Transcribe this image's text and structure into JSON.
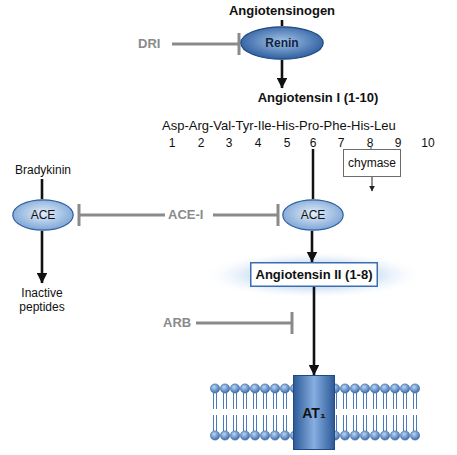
{
  "diagram": {
    "nodes": [
      {
        "text": [
          "Angiotensinogen"
        ]
      },
      {
        "text": [
          "Renin"
        ]
      },
      {
        "text": [
          "Angiotensin I (1-10)"
        ]
      },
      {
        "text": [
          "Bradykinin"
        ]
      },
      {
        "text": [
          "ACE"
        ]
      },
      {
        "text": [
          "Inactive peptides"
        ]
      },
      {
        "text": [
          "ACE"
        ]
      },
      {
        "text": [
          "chymase"
        ]
      },
      {
        "text": [
          "Angiotensin II (1-8)"
        ]
      },
      {
        "text": [
          "AT₁"
        ]
      }
    ],
    "edges": [
      {
        "from": 0,
        "to": 1,
        "arrow": "none"
      },
      {
        "from": 1,
        "to": 2,
        "arrow": "to"
      },
      {
        "from": 3,
        "to": 4,
        "arrow": "none"
      },
      {
        "from": 4,
        "to": 5,
        "arrow": "to"
      },
      {
        "from": 6,
        "to": 8,
        "arrow": "to"
      },
      {
        "from": 8,
        "to": 9,
        "arrow": "to"
      }
    ],
    "labels": [
      "DRI",
      "Asp-Arg-Val-Tyr-Ile-His-Pro-Phe-His-Leu",
      "1",
      "2",
      "3",
      "4",
      "5",
      "6",
      "7",
      "8",
      "9",
      "10",
      "ACE-I",
      "ARB"
    ]
  }
}
